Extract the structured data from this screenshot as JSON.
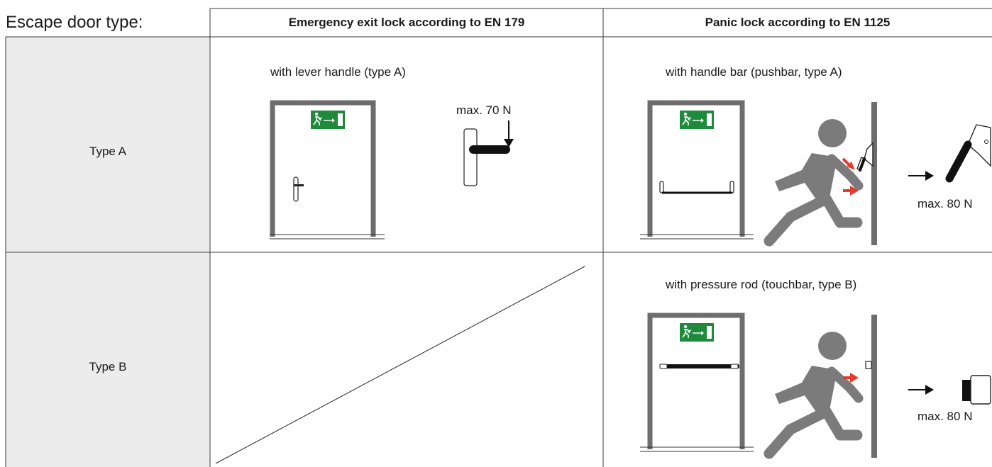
{
  "table": {
    "corner_label": "Escape door type:",
    "columns": [
      "Emergency exit lock according to EN 179",
      "Panic lock according to EN 1125"
    ],
    "rows": [
      {
        "label": "Type A"
      },
      {
        "label": "Type B"
      }
    ]
  },
  "cells": {
    "en179_type_a": {
      "caption": "with lever handle (type A)",
      "force": "max. 70 N"
    },
    "en1125_type_a": {
      "caption": "with handle bar (pushbar, type A)",
      "force": "max. 80 N"
    },
    "en1125_type_b": {
      "caption": "with pressure rod (touchbar, type B)",
      "force": "max. 80 N"
    }
  },
  "colors": {
    "door_frame": "#6d6d6d",
    "figure": "#7b7b7b",
    "exit_sign": "#1f8a3c",
    "arrow_red": "#e53a2c",
    "cell_gray": "#ececec",
    "grid_line": "#3a3a3a"
  }
}
